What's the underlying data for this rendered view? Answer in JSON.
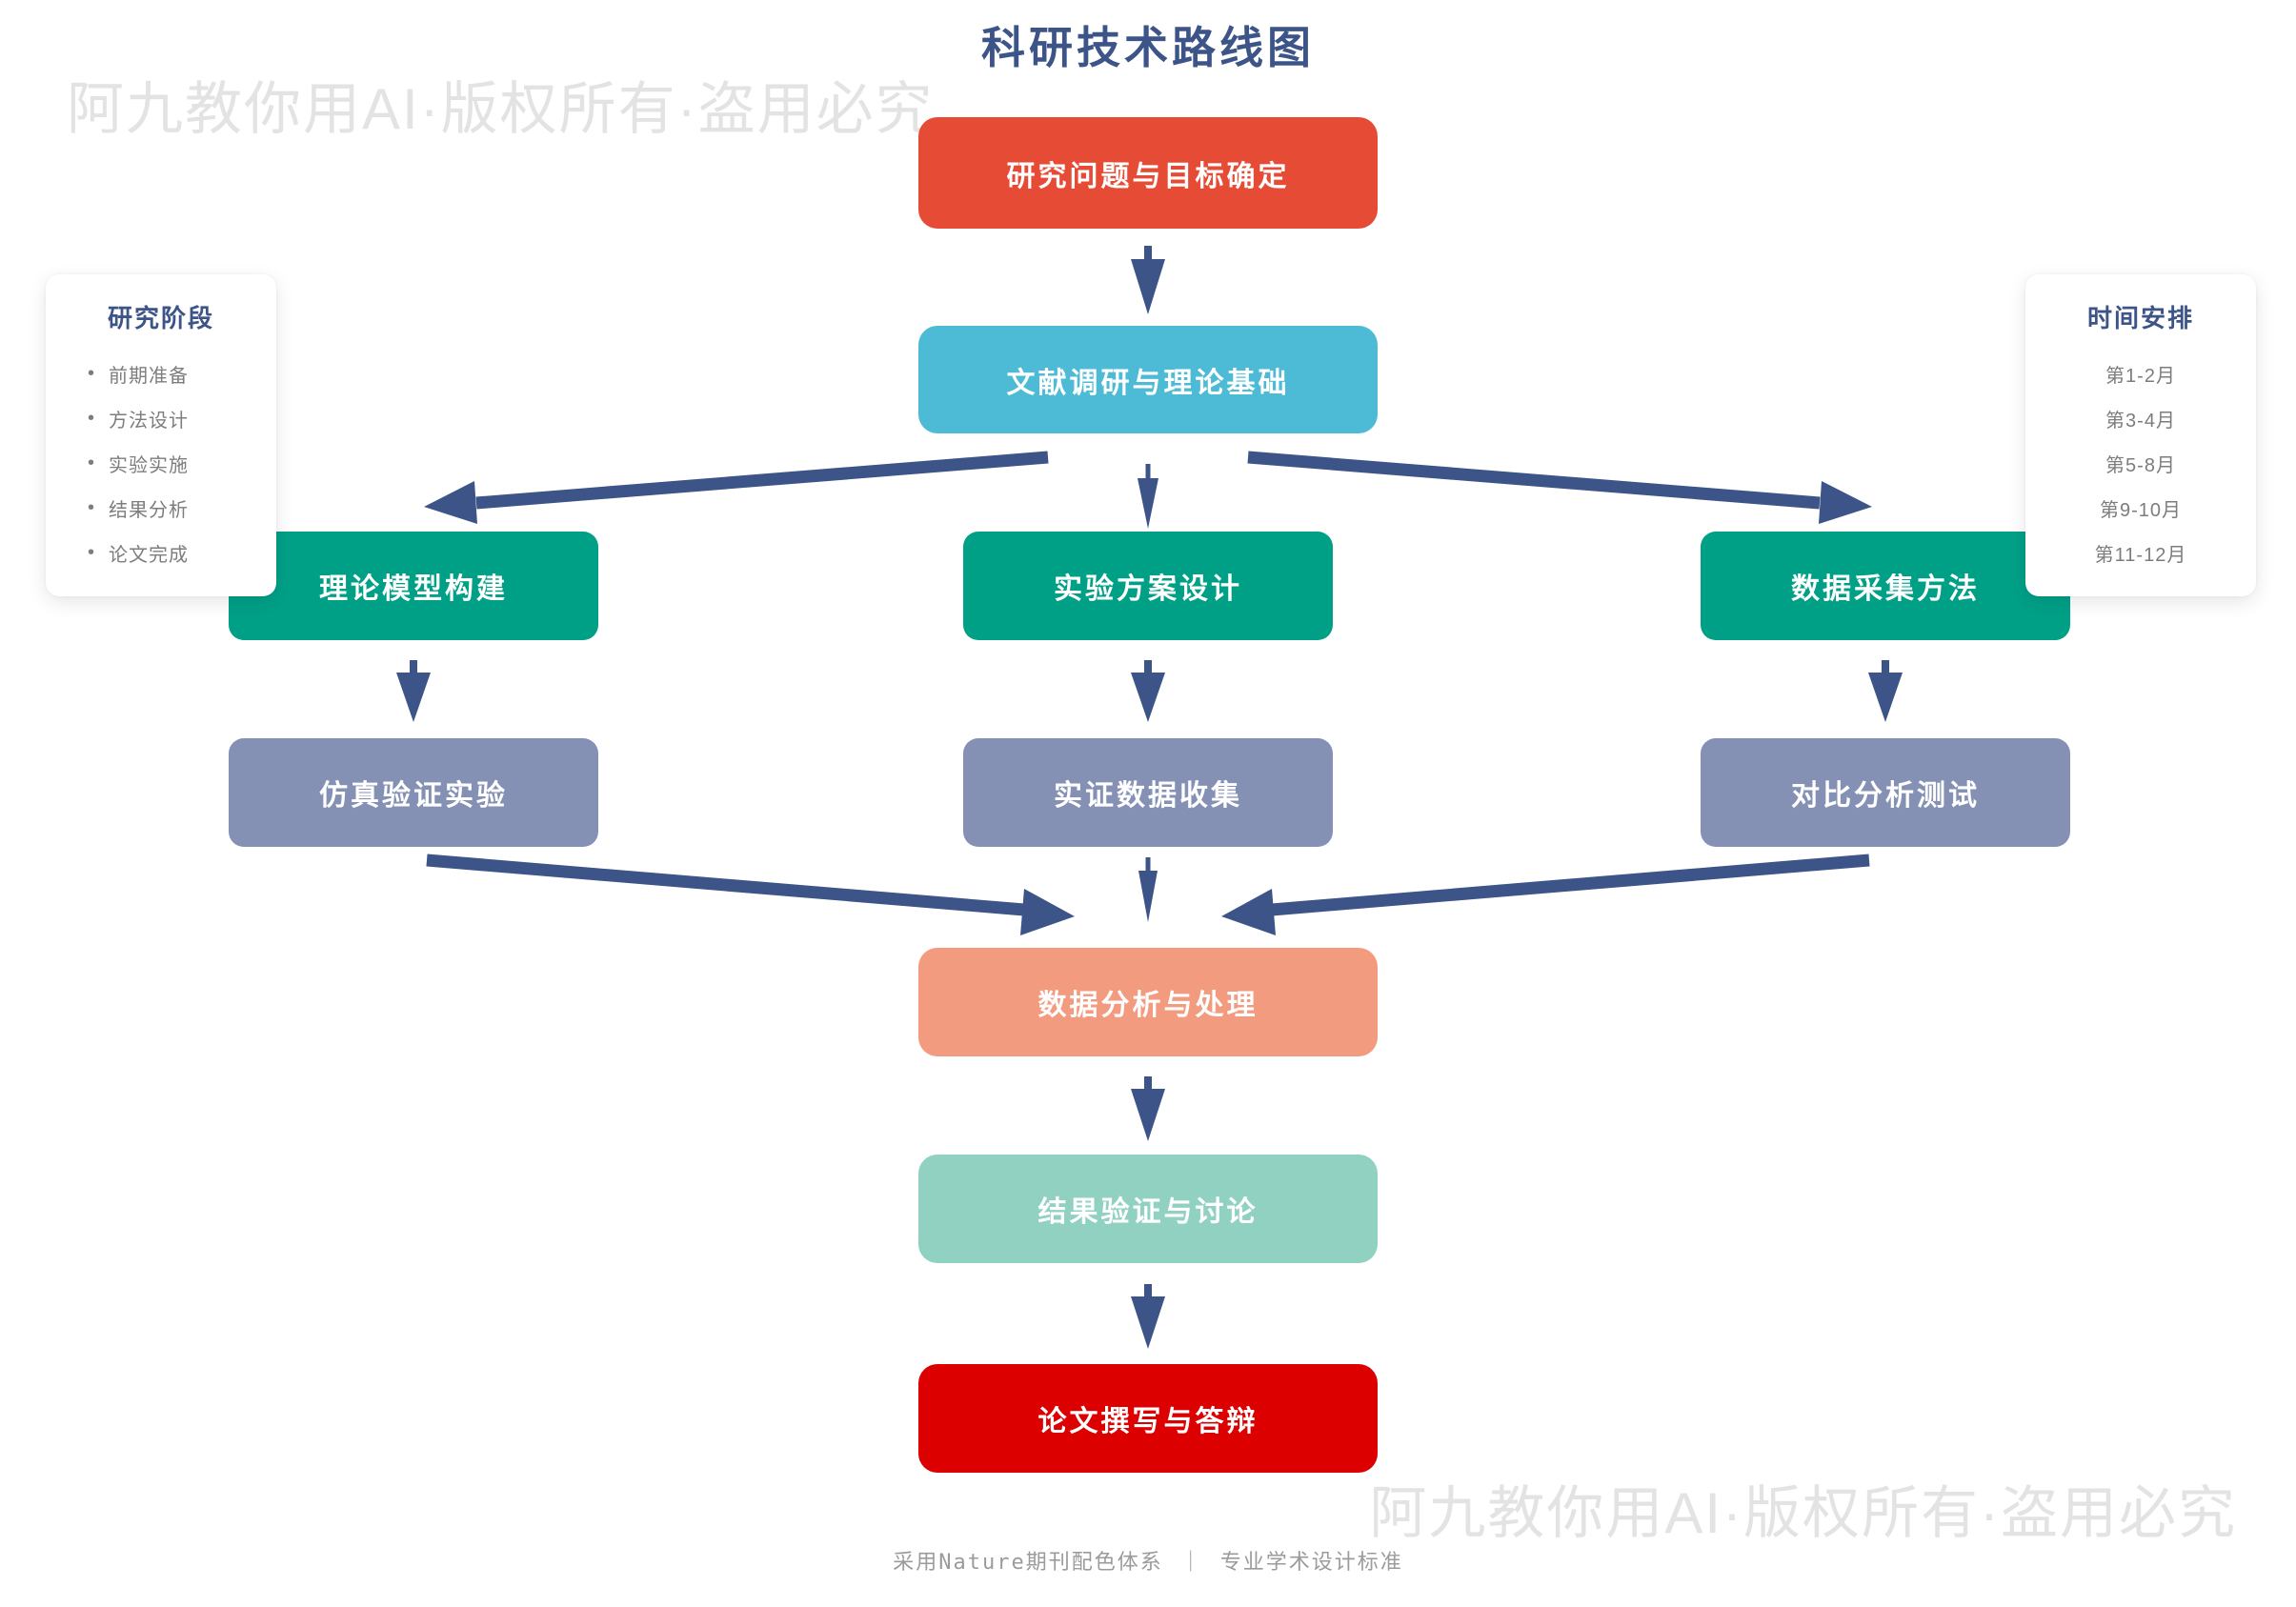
{
  "title": "科研技术路线图",
  "watermark": {
    "top": "阿九教你用AI·版权所有·盗用必究",
    "bottom": "阿九教你用AI·版权所有·盗用必究"
  },
  "flow": {
    "nodes": [
      {
        "id": "research-problem",
        "label": "研究问题与目标确定",
        "color": "#E64B35"
      },
      {
        "id": "literature-review",
        "label": "文献调研与理论基础",
        "color": "#4DBBD5"
      },
      {
        "id": "theory-model",
        "label": "理论模型构建",
        "color": "#00A087"
      },
      {
        "id": "experiment-design",
        "label": "实验方案设计",
        "color": "#00A087"
      },
      {
        "id": "data-collection",
        "label": "数据采集方法",
        "color": "#00A087"
      },
      {
        "id": "simulation-experiment",
        "label": "仿真验证实验",
        "color": "#8491B4"
      },
      {
        "id": "empirical-data",
        "label": "实证数据收集",
        "color": "#8491B4"
      },
      {
        "id": "comparison-test",
        "label": "对比分析测试",
        "color": "#8491B4"
      },
      {
        "id": "data-analysis",
        "label": "数据分析与处理",
        "color": "#F39B7F"
      },
      {
        "id": "result-validation",
        "label": "结果验证与讨论",
        "color": "#91D1C2"
      },
      {
        "id": "thesis-defense",
        "label": "论文撰写与答辩",
        "color": "#DC0000"
      }
    ],
    "arrow_color": "#3C5488"
  },
  "panels": {
    "left": {
      "title": "研究阶段",
      "bullet": "•",
      "items": [
        "前期准备",
        "方法设计",
        "实验实施",
        "结果分析",
        "论文完成"
      ]
    },
    "right": {
      "title": "时间安排",
      "items": [
        "第1-2月",
        "第3-4月",
        "第5-8月",
        "第9-10月",
        "第11-12月"
      ]
    }
  },
  "footer": {
    "left": "采用Nature期刊配色体系",
    "separator": "｜",
    "right": "专业学术设计标准"
  },
  "colors": {
    "title_and_arrows": "#3C5488",
    "watermark_gray": "#e3e3e3",
    "footer_gray": "#9b9b9b",
    "panel_background": "#ffffff"
  }
}
